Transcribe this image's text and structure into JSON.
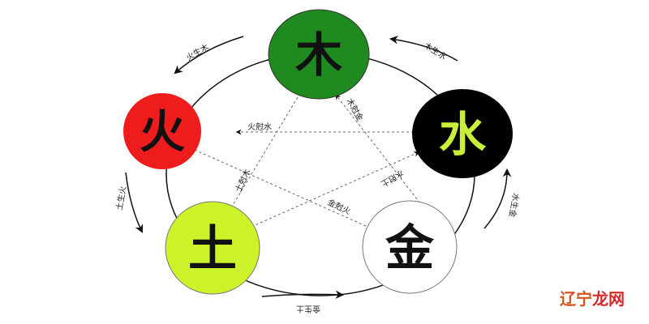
{
  "elements": {
    "wood": {
      "char": "木",
      "fill": "#1f8a1f",
      "text_color": "#111111"
    },
    "fire": {
      "char": "火",
      "fill": "#ee1c1c",
      "text_color": "#111111"
    },
    "water": {
      "char": "水",
      "fill": "#000000",
      "text_color": "#c8f03a"
    },
    "earth": {
      "char": "土",
      "fill": "#ccf229",
      "text_color": "#111111"
    },
    "metal": {
      "char": "金",
      "fill": "#ffffff",
      "text_color": "#111111"
    }
  },
  "generating": {
    "top_left": "火生木",
    "top_right": "木生水",
    "right": "水生金",
    "bottom": "金生土",
    "left": "土生火"
  },
  "controlling": {
    "fire_water": "火尅水",
    "wood_metal": "木尅金",
    "earth_wood": "土尅木",
    "water_earth": "水尅土",
    "metal_fire": "金尅火"
  },
  "watermark": {
    "text_a": "辽宁",
    "text_b": "龙网",
    "color_a": "#d9531e",
    "color_b": "#d32b2b"
  }
}
